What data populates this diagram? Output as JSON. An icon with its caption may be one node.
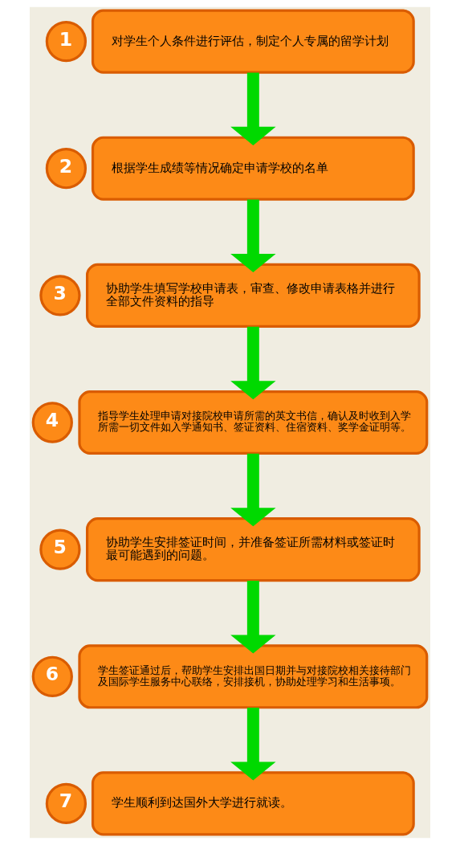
{
  "diagram": {
    "nodes": [
      {
        "text": [
          "1"
        ]
      },
      {
        "text": [
          "对学生个人条件进行评估，制定个人专属的留学计划"
        ]
      },
      {
        "text": [
          "2"
        ]
      },
      {
        "text": [
          "根据学生成绩等情况确定申请学校的名单"
        ]
      },
      {
        "text": [
          "3"
        ]
      },
      {
        "text": [
          "协助学生填写学校申请表，审查、修改申请表格并进行全部文件资料的指导"
        ]
      },
      {
        "text": [
          "4"
        ]
      },
      {
        "text": [
          "指导学生处理申请对接院校申请所需的英文书信，确认及时收到入学所需一切文件如入学通知书、签证资料、住宿资料、奖学金证明等。"
        ]
      },
      {
        "text": [
          "5"
        ]
      },
      {
        "text": [
          "协助学生安排签证时间，并准备签证所需材料或签证时最可能遇到的问题。"
        ]
      },
      {
        "text": [
          "6"
        ]
      },
      {
        "text": [
          "学生签证通过后，帮助学生安排出国日期并与对接院校相关接待部门及国际学生服务中心联络，安排接机，协助处理学习和生活事项。"
        ]
      },
      {
        "text": [
          "7"
        ]
      },
      {
        "text": [
          "学生顺利到达国外大学进行就读。"
        ]
      }
    ],
    "edges": [
      {
        "from": 1,
        "to": 3,
        "arrow": "to"
      },
      {
        "from": 3,
        "to": 5,
        "arrow": "to"
      },
      {
        "from": 5,
        "to": 7,
        "arrow": "to"
      },
      {
        "from": 7,
        "to": 9,
        "arrow": "to"
      },
      {
        "from": 9,
        "to": 11,
        "arrow": "to"
      },
      {
        "from": 11,
        "to": 13,
        "arrow": "to"
      }
    ]
  }
}
